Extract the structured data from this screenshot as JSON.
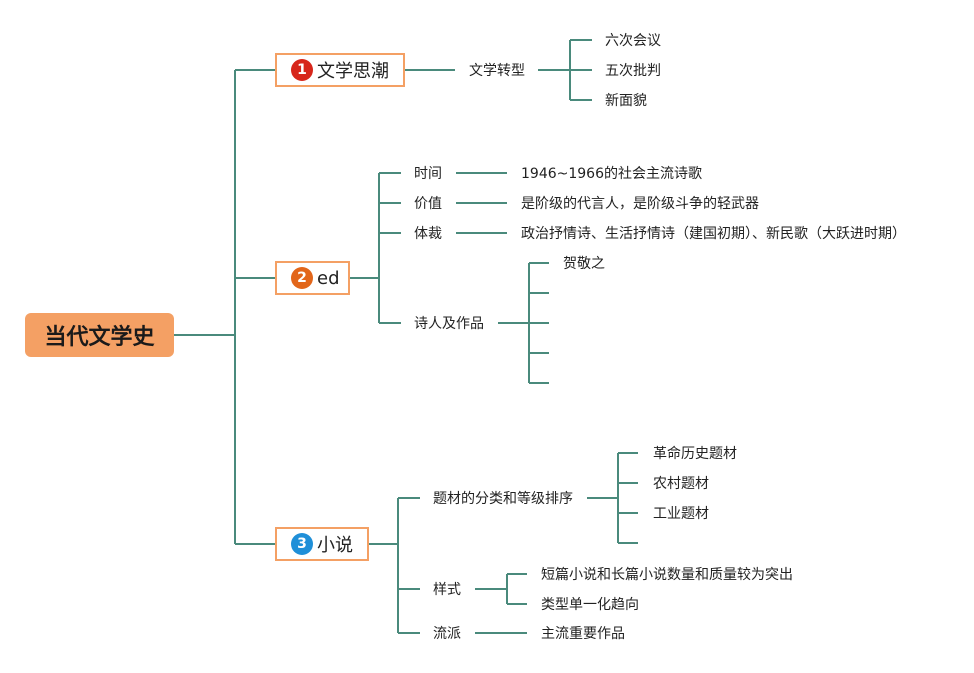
{
  "root": {
    "label": "当代文学史"
  },
  "branches": [
    {
      "badge": "1",
      "label": "文学思潮",
      "children": [
        {
          "label": "文学转型",
          "children": [
            "六次会议",
            "五次批判",
            "新面貌"
          ]
        }
      ]
    },
    {
      "badge": "2",
      "label": "ed",
      "children": [
        {
          "label": "时间",
          "value": "1946~1966的社会主流诗歌"
        },
        {
          "label": "价值",
          "value": "是阶级的代言人，是阶级斗争的轻武器"
        },
        {
          "label": "体裁",
          "value": "政治抒情诗、生活抒情诗（建国初期）、新民歌（大跃进时期）"
        },
        {
          "label": "诗人及作品",
          "children": [
            "贺敬之",
            "",
            "",
            "",
            ""
          ]
        }
      ]
    },
    {
      "badge": "3",
      "label": "小说",
      "children": [
        {
          "label": "题材的分类和等级排序",
          "children": [
            "革命历史题材",
            "农村题材",
            "工业题材",
            ""
          ]
        },
        {
          "label": "样式",
          "children": [
            "短篇小说和长篇小说数量和质量较为突出",
            "类型单一化趋向"
          ]
        },
        {
          "label": "流派",
          "children": [
            "主流重要作品"
          ]
        }
      ]
    }
  ],
  "colors": {
    "connector": "#4a8a7c",
    "root_fill": "#f4a064",
    "branch_border": "#f4a064",
    "badge_1": "#d7261b",
    "badge_2": "#e2661a",
    "badge_3": "#1f8fd8"
  }
}
